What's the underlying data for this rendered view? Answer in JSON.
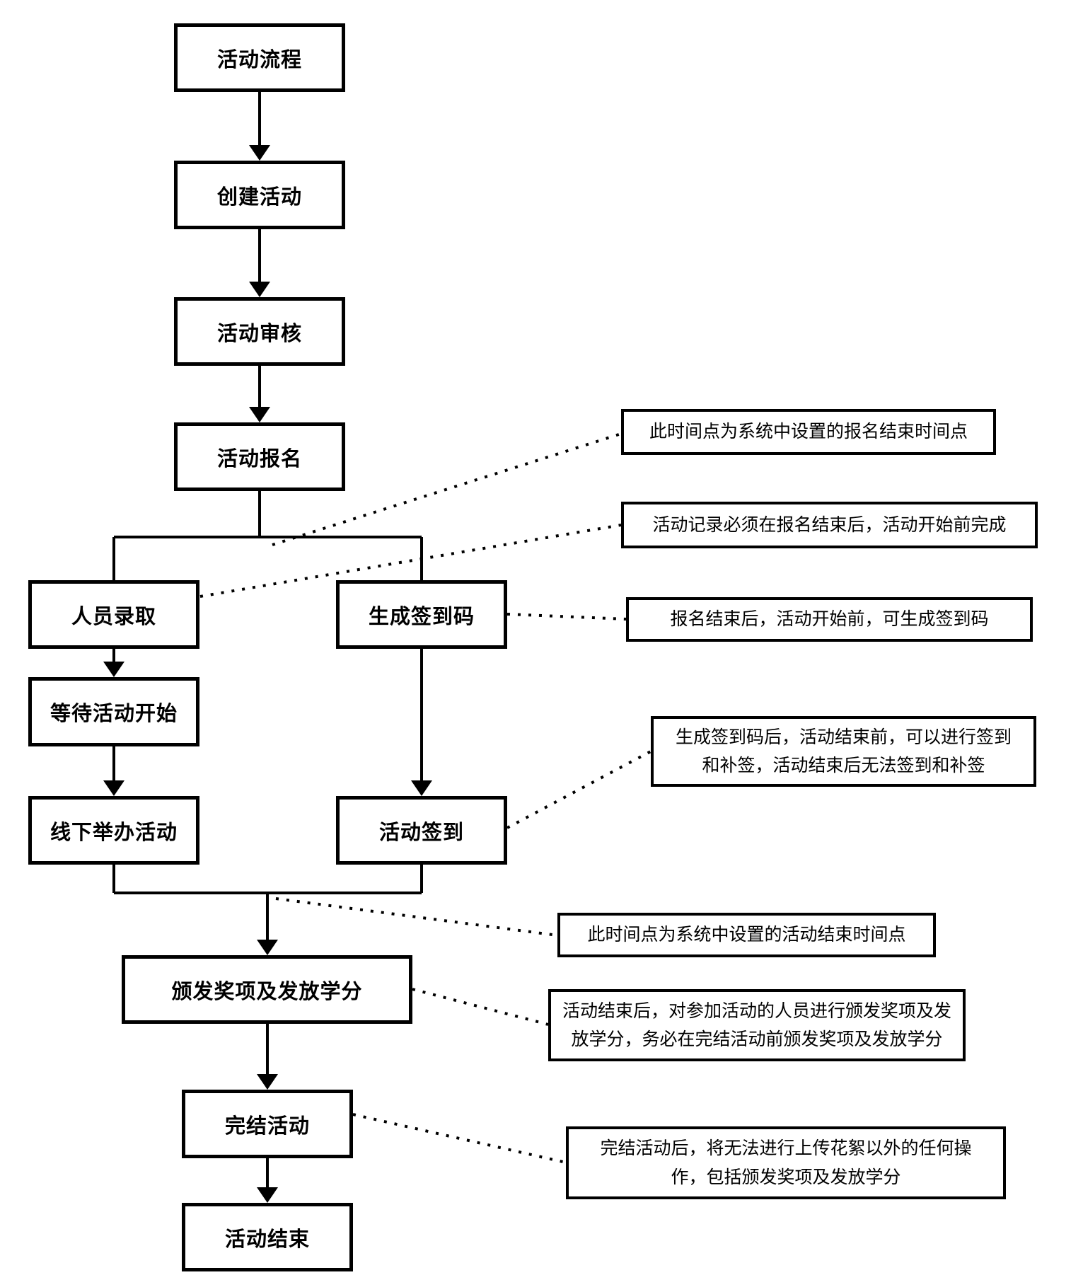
{
  "diagram": {
    "type": "flowchart",
    "colors": {
      "stroke": "#000000",
      "background": "#ffffff",
      "text": "#000000"
    },
    "nodes": [
      {
        "id": "activity-flow",
        "label": "活动流程"
      },
      {
        "id": "create-activity",
        "label": "创建活动"
      },
      {
        "id": "activity-review",
        "label": "活动审核"
      },
      {
        "id": "activity-registration",
        "label": "活动报名"
      },
      {
        "id": "personnel-admission",
        "label": "人员录取"
      },
      {
        "id": "generate-checkin-code",
        "label": "生成签到码"
      },
      {
        "id": "wait-activity-start",
        "label": "等待活动开始"
      },
      {
        "id": "offline-hold-activity",
        "label": "线下举办活动"
      },
      {
        "id": "activity-checkin",
        "label": "活动签到"
      },
      {
        "id": "award-and-credits",
        "label": "颁发奖项及发放学分"
      },
      {
        "id": "finish-activity",
        "label": "完结活动"
      },
      {
        "id": "activity-end",
        "label": "活动结束"
      }
    ],
    "annotations": [
      {
        "id": "registration-deadline",
        "lines": [
          "此时间点为系统中设置的报名结束时间点"
        ]
      },
      {
        "id": "record-before-start",
        "lines": [
          "活动记录必须在报名结束后，活动开始前完成"
        ]
      },
      {
        "id": "code-generation-window",
        "lines": [
          "报名结束后，活动开始前，可生成签到码"
        ]
      },
      {
        "id": "checkin-window",
        "lines": [
          "生成签到码后，活动结束前，可以进行签到",
          "和补签，活动结束后无法签到和补签"
        ]
      },
      {
        "id": "activity-end-time",
        "lines": [
          "此时间点为系统中设置的活动结束时间点"
        ]
      },
      {
        "id": "award-after-end",
        "lines": [
          "活动结束后，对参加活动的人员进行颁发奖项及发",
          "放学分，务必在完结活动前颁发奖项及发放学分"
        ]
      },
      {
        "id": "after-finish-restriction",
        "lines": [
          "完结活动后，将无法进行上传花絮以外的任何操",
          "作，包括颁发奖项及发放学分"
        ]
      }
    ]
  }
}
